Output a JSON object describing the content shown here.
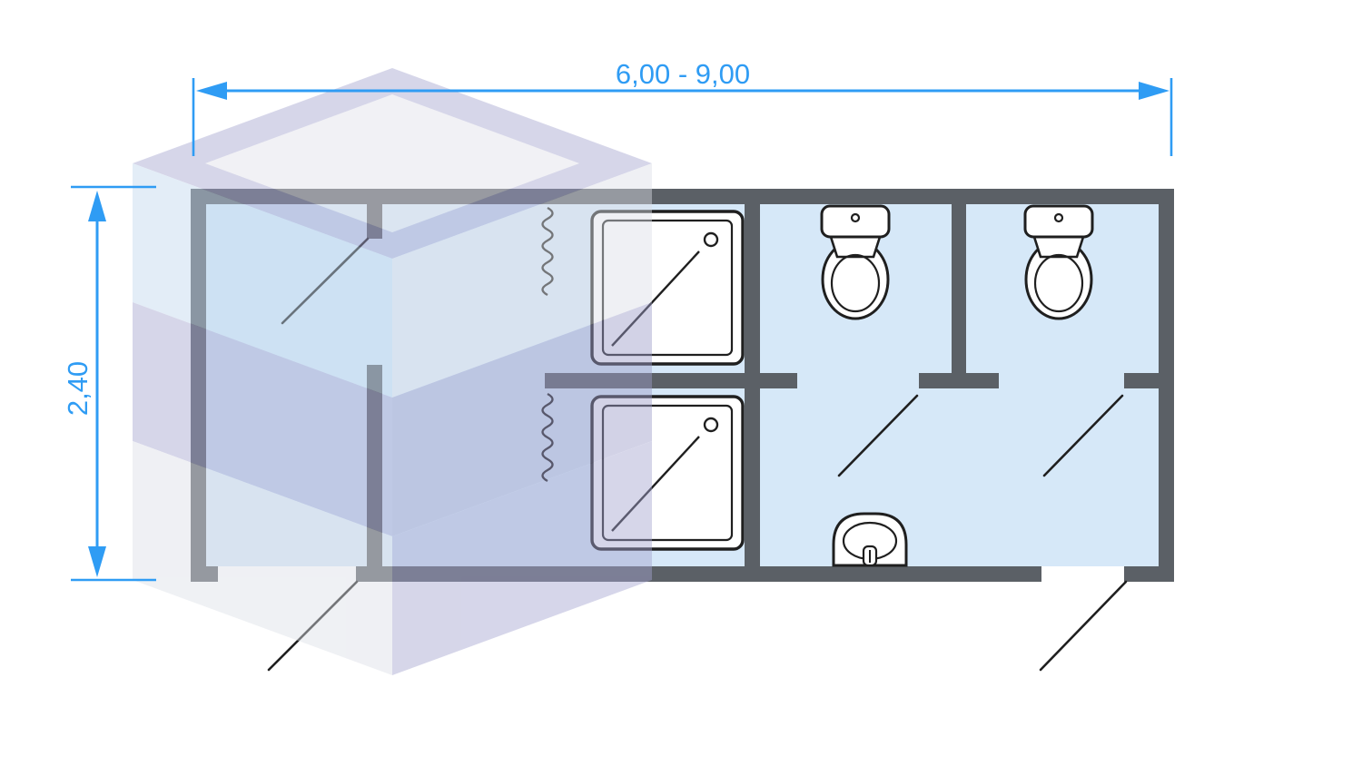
{
  "diagram": {
    "type": "floor-plan",
    "description": "Sanitary container floor plan with two shower cabins, two toilet rooms and a washbasin, isometric logo watermark behind",
    "dimension_width": {
      "label": "6,00 - 9,00"
    },
    "dimension_height": {
      "label": "2,40"
    },
    "colors": {
      "dimension_blue": "#2f9cf4",
      "wall_gray": "#5b6066",
      "floor_blue": "#d6e8f8",
      "fixture_line": "#1f1f1f",
      "fixture_fill": "#ffffff",
      "watermark_purple": "#a5a5d0",
      "watermark_purple_dark": "#9d9dc9",
      "watermark_gray": "#dcdfe7",
      "watermark_blue": "#c3d9ee",
      "watermark_top_gray": "#e2e2ea"
    },
    "fixtures": {
      "shower_trays": "2",
      "toilets": "2",
      "washbasins": "1",
      "shower_curtains": "2",
      "door_swings": "5"
    }
  }
}
